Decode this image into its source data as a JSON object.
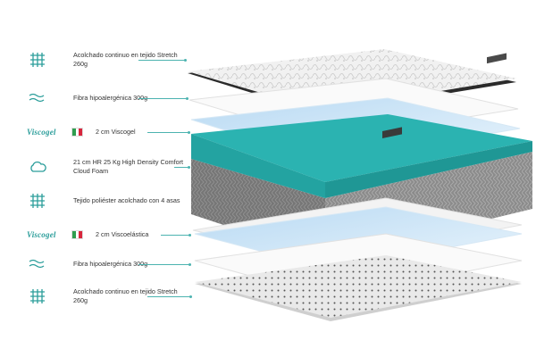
{
  "layers": [
    {
      "icon": "quilt-grid-icon",
      "label": "Acolchado continuo en tejido Stretch 260g"
    },
    {
      "icon": "fiber-wave-icon",
      "label": "Fibra hipoalergénica 300g"
    },
    {
      "icon": "viscogel-logo",
      "brand": "Viscogel",
      "flag": true,
      "label": "2 cm Viscogel"
    },
    {
      "icon": "cloud-icon",
      "label": "21 cm HR 25 Kg High Density Comfort Cloud Foam"
    },
    {
      "icon": "quilt-grid-icon",
      "label": "Tejido poliéster acolchado con 4 asas"
    },
    {
      "icon": "viscogel-logo",
      "brand": "Viscogel",
      "flag": true,
      "label": "2 cm Viscoelástica"
    },
    {
      "icon": "fiber-wave-icon",
      "label": "Fibra hipoalergénica 300g"
    },
    {
      "icon": "quilt-grid-icon",
      "label": "Acolchado continuo en tejido Stretch 260g"
    }
  ],
  "colors": {
    "accent": "#2a9d9a",
    "foam": "#2bb3b1",
    "gel": "#cfe6f7",
    "fabric": "#8e8e8e"
  },
  "flag_colors": [
    "#2f9e4f",
    "#ffffff",
    "#d7263d"
  ]
}
